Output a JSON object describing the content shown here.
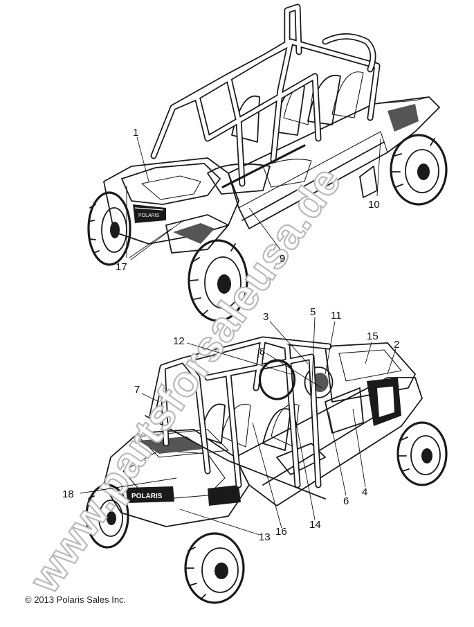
{
  "watermark": "www.partsforsaleusa.de",
  "copyright": "© 2013 Polaris Sales Inc.",
  "callouts": {
    "c1": "1",
    "c2": "2",
    "c3": "3",
    "c4": "4",
    "c5": "5",
    "c6": "6",
    "c7": "7",
    "c8": "8",
    "c9": "9",
    "c10": "10",
    "c11": "11",
    "c12": "12",
    "c13": "13",
    "c14": "14",
    "c15": "15",
    "c16": "16",
    "c17": "17",
    "c18": "18"
  },
  "decals": {
    "hood_badge": "POLARIS",
    "grille_badge": "POLARIS"
  }
}
